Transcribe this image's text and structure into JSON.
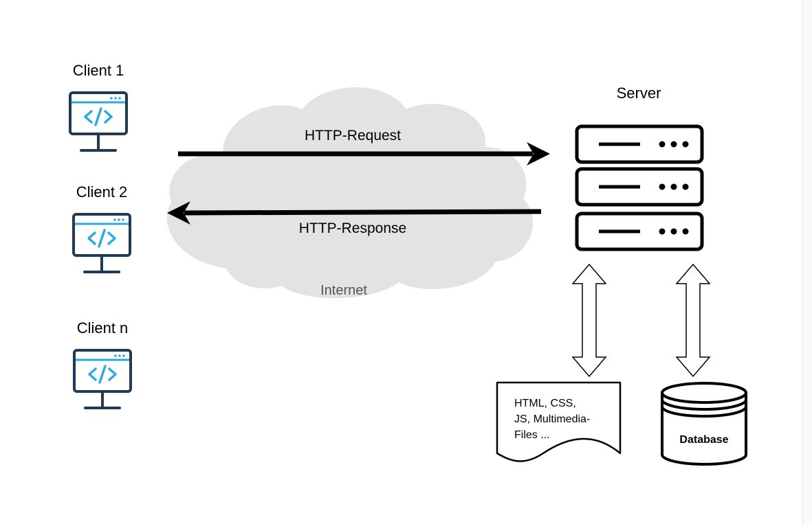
{
  "clients": [
    {
      "label": "Client 1"
    },
    {
      "label": "Client 2"
    },
    {
      "label": "Client n"
    }
  ],
  "internet": {
    "label": "Internet"
  },
  "request": {
    "label": "HTTP-Request"
  },
  "response": {
    "label": "HTTP-Response"
  },
  "server": {
    "label": "Server"
  },
  "files": {
    "lines": [
      "HTML, CSS,",
      "JS, Multimedia-",
      "Files ..."
    ]
  },
  "database": {
    "label": "Database"
  },
  "colors": {
    "monitor_dark": "#1f3a52",
    "monitor_accent": "#29abe2",
    "cloud": "#e3e3e3",
    "ink": "#000000",
    "muted_text": "#555555"
  }
}
